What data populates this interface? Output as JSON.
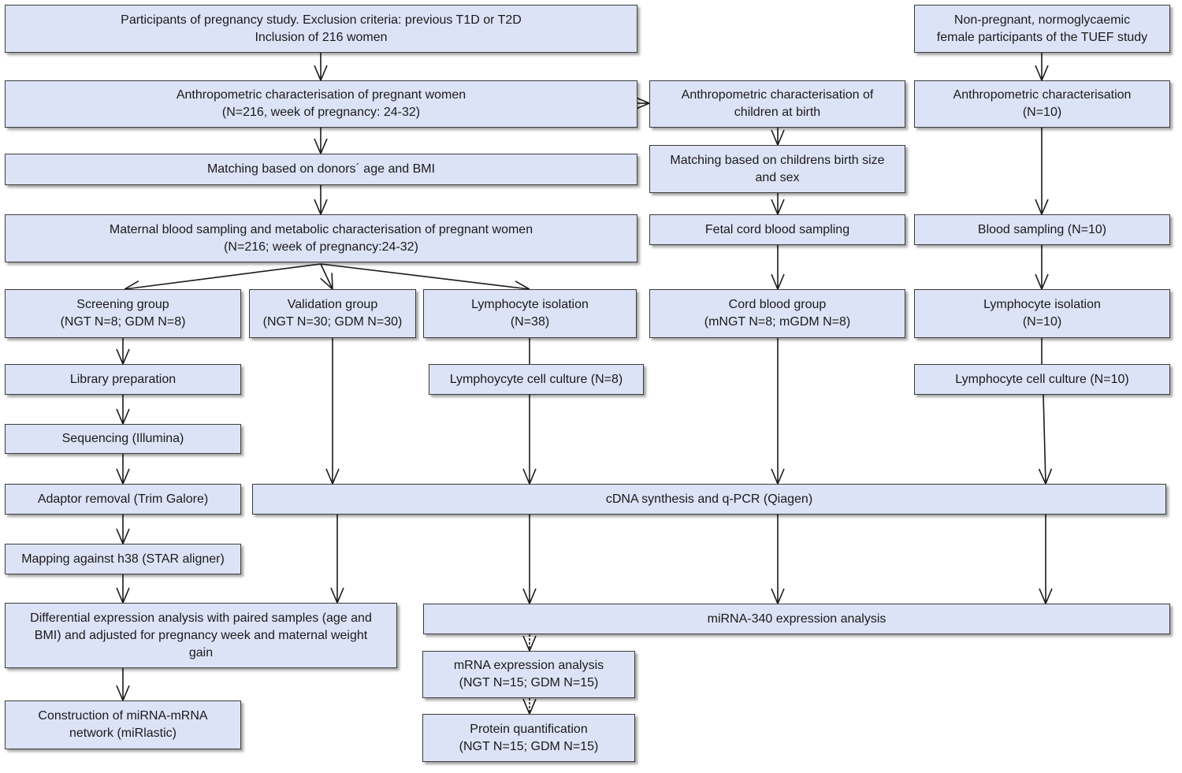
{
  "colors": {
    "box_fill": "#dde3f7",
    "box_border": "#3b3b3b",
    "arrow": "#1a1a1a"
  },
  "boxes": {
    "participants": {
      "lines": [
        "Participants of pregnancy study. Exclusion criteria: previous T1D or T2D",
        "Inclusion of 216 women"
      ]
    },
    "nonpregnant": {
      "lines": [
        "Non-pregnant, normoglycaemic",
        "female participants of the TUEF study"
      ]
    },
    "anthro_pregnant": {
      "lines": [
        "Anthropometric characterisation of pregnant women",
        "(N=216, week of pregnancy: 24-32)"
      ]
    },
    "anthro_children": {
      "lines": [
        "Anthropometric characterisation of",
        "children at birth"
      ]
    },
    "anthro_tuef": {
      "lines": [
        "Anthropometric characterisation",
        "(N=10)"
      ]
    },
    "matching_donors": {
      "lines": [
        "Matching based on donors´ age and BMI"
      ]
    },
    "matching_children": {
      "lines": [
        "Matching based on childrens birth size",
        "and sex"
      ]
    },
    "maternal_blood": {
      "lines": [
        "Maternal blood sampling  and metabolic characterisation of pregnant women",
        "(N=216; week of pregnancy:24-32)"
      ]
    },
    "fetal_cord": {
      "lines": [
        "Fetal cord blood sampling"
      ]
    },
    "blood_sampling": {
      "lines": [
        "Blood sampling (N=10)"
      ]
    },
    "screening": {
      "lines": [
        "Screening group",
        "(NGT N=8; GDM N=8)"
      ]
    },
    "validation": {
      "lines": [
        "Validation group",
        "(NGT N=30; GDM N=30)"
      ]
    },
    "lympho_iso_38": {
      "lines": [
        "Lymphocyte isolation",
        "(N=38)"
      ]
    },
    "cord_group": {
      "lines": [
        "Cord blood group",
        "(mNGT N=8; mGDM N=8)"
      ]
    },
    "lympho_iso_10": {
      "lines": [
        "Lymphocyte isolation",
        "(N=10)"
      ]
    },
    "library": {
      "lines": [
        "Library preparation"
      ]
    },
    "culture_8": {
      "lines": [
        "Lymphoycyte  cell culture (N=8)"
      ]
    },
    "culture_10": {
      "lines": [
        "Lymphocyte  cell culture (N=10)"
      ]
    },
    "sequencing": {
      "lines": [
        "Sequencing  (Illumina)"
      ]
    },
    "adaptor": {
      "lines": [
        "Adaptor removal (Trim Galore)"
      ]
    },
    "cdna": {
      "lines": [
        "cDNA synthesis  and q-PCR (Qiagen)"
      ]
    },
    "mapping": {
      "lines": [
        "Mapping against h38 (STAR aligner)"
      ]
    },
    "diff_expr": {
      "lines": [
        "Differential expression analysis with paired samples (age and",
        "BMI) and adjusted for pregnancy week and maternal weight",
        "gain"
      ]
    },
    "mirna340": {
      "lines": [
        "miRNA-340 expression analysis"
      ]
    },
    "mrna": {
      "lines": [
        "mRNA expression analysis",
        "(NGT N=15; GDM N=15)"
      ]
    },
    "network": {
      "lines": [
        "Construction of miRNA-mRNA",
        "network (miRlastic)"
      ]
    },
    "protein": {
      "lines": [
        "Protein quantification",
        "(NGT N=15; GDM N=15)"
      ]
    }
  }
}
